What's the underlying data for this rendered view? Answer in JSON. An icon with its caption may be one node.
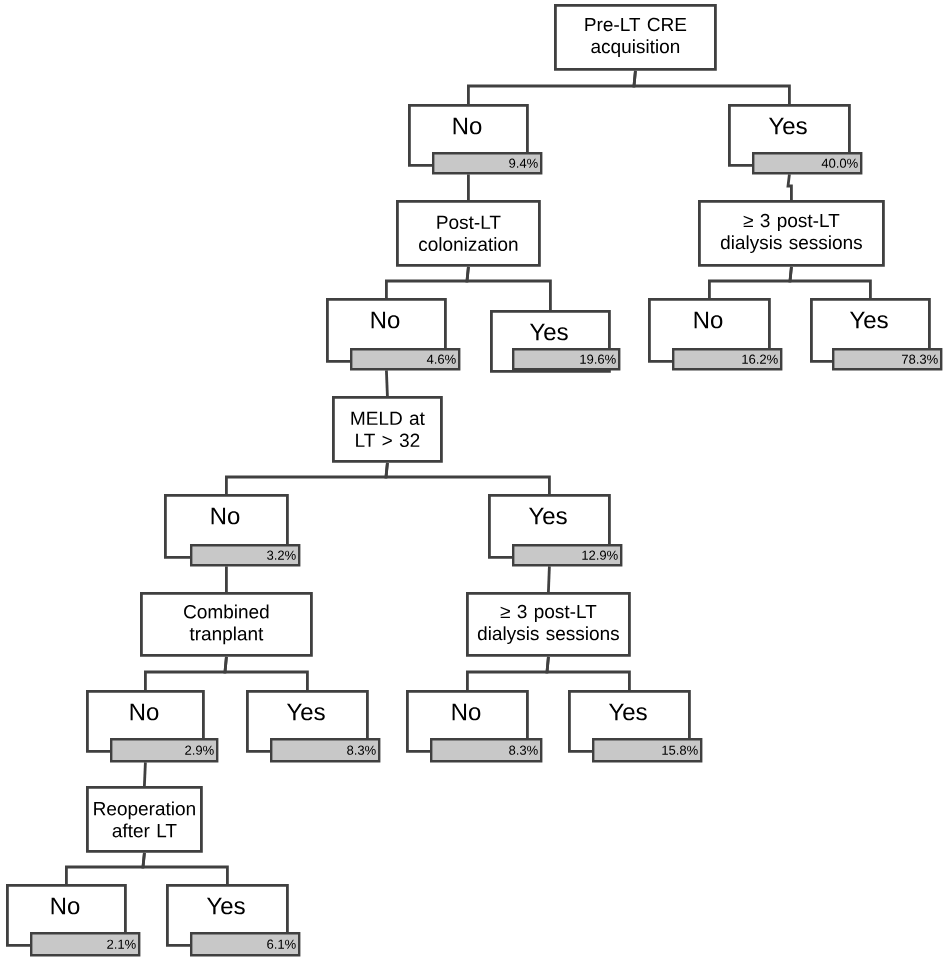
{
  "diagram": {
    "nodes": [
      {
        "text": [
          "Pre-LT CRE acquisition"
        ]
      },
      {
        "text": [
          "No",
          "9.4%"
        ]
      },
      {
        "text": [
          "Yes",
          "40.0%"
        ]
      },
      {
        "text": [
          "Post-LT colonization"
        ]
      },
      {
        "text": [
          "≥ 3 post-LT dialysis sessions"
        ]
      },
      {
        "text": [
          "No",
          "4.6%"
        ]
      },
      {
        "text": [
          "Yes",
          "19.6%"
        ]
      },
      {
        "text": [
          "No",
          "16.2%"
        ]
      },
      {
        "text": [
          "Yes",
          "78.3%"
        ]
      },
      {
        "text": [
          "MELD at LT > 32"
        ]
      },
      {
        "text": [
          "No",
          "3.2%"
        ]
      },
      {
        "text": [
          "Yes",
          "12.9%"
        ]
      },
      {
        "text": [
          "Combined tranplant"
        ]
      },
      {
        "text": [
          "≥ 3 post-LT dialysis sessions"
        ]
      },
      {
        "text": [
          "No",
          "2.9%"
        ]
      },
      {
        "text": [
          "Yes",
          "8.3%"
        ]
      },
      {
        "text": [
          "No",
          "8.3%"
        ]
      },
      {
        "text": [
          "Yes",
          "15.8%"
        ]
      },
      {
        "text": [
          "Reoperation after LT"
        ]
      },
      {
        "text": [
          "No",
          "2.1%"
        ]
      },
      {
        "text": [
          "Yes",
          "6.1%"
        ]
      }
    ],
    "edges": [
      {
        "from": 0,
        "to": 1,
        "arrow": "none"
      },
      {
        "from": 0,
        "to": 2,
        "arrow": "none"
      },
      {
        "from": 1,
        "to": 3,
        "arrow": "none"
      },
      {
        "from": 2,
        "to": 4,
        "arrow": "none"
      },
      {
        "from": 3,
        "to": 5,
        "arrow": "none"
      },
      {
        "from": 3,
        "to": 6,
        "arrow": "none"
      },
      {
        "from": 4,
        "to": 7,
        "arrow": "none"
      },
      {
        "from": 4,
        "to": 8,
        "arrow": "none"
      },
      {
        "from": 5,
        "to": 9,
        "arrow": "none"
      },
      {
        "from": 9,
        "to": 10,
        "arrow": "none"
      },
      {
        "from": 9,
        "to": 11,
        "arrow": "none"
      },
      {
        "from": 10,
        "to": 12,
        "arrow": "none"
      },
      {
        "from": 11,
        "to": 13,
        "arrow": "none"
      },
      {
        "from": 12,
        "to": 14,
        "arrow": "none"
      },
      {
        "from": 12,
        "to": 15,
        "arrow": "none"
      },
      {
        "from": 13,
        "to": 16,
        "arrow": "none"
      },
      {
        "from": 13,
        "to": 17,
        "arrow": "none"
      },
      {
        "from": 14,
        "to": 18,
        "arrow": "none"
      },
      {
        "from": 18,
        "to": 19,
        "arrow": "none"
      },
      {
        "from": 18,
        "to": 20,
        "arrow": "none"
      }
    ]
  }
}
